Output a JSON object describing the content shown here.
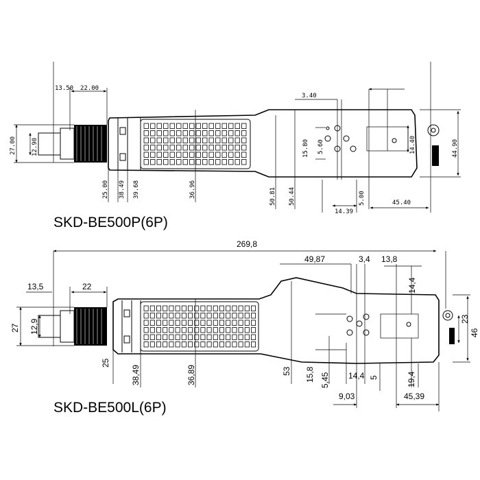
{
  "views": [
    {
      "title": "SKD-BE500P(6P)",
      "dimensions": [
        "13.50",
        "22.00",
        "27.00",
        "12.90",
        "25.00",
        "38.49",
        "39.68",
        "36.96",
        "50.81",
        "50.44",
        "3.40",
        "15.80",
        "5.60",
        "14.40",
        "44.90",
        "14.39",
        "5.00",
        "45.40"
      ]
    },
    {
      "title": "SKD-BE500L(6P)",
      "dimensions": [
        "269,8",
        "13,5",
        "22",
        "27",
        "12,9",
        "25",
        "38,49",
        "36,89",
        "53",
        "49,87",
        "3,4",
        "13,8",
        "14,4",
        "15,8",
        "5,45",
        "14,4",
        "5",
        "19,4",
        "9,03",
        "45,39",
        "46",
        "23"
      ]
    }
  ]
}
